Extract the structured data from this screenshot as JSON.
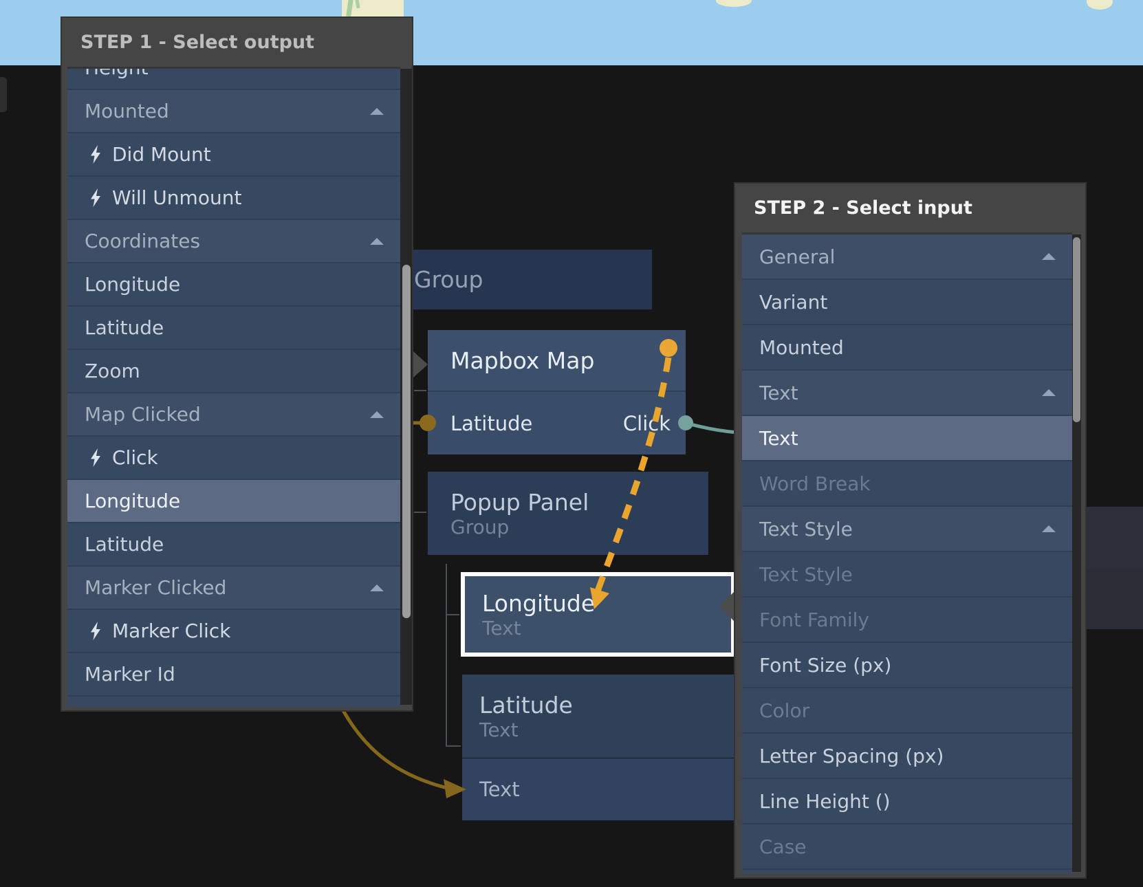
{
  "step1_panel": {
    "title": "STEP 1 - Select output",
    "items": [
      {
        "label": "Height"
      },
      {
        "label": "Mounted"
      },
      {
        "label": "Did Mount"
      },
      {
        "label": "Will Unmount"
      },
      {
        "label": "Coordinates"
      },
      {
        "label": "Longitude"
      },
      {
        "label": "Latitude"
      },
      {
        "label": "Zoom"
      },
      {
        "label": "Map Clicked"
      },
      {
        "label": "Click"
      },
      {
        "label": "Longitude"
      },
      {
        "label": "Latitude"
      },
      {
        "label": "Marker Clicked"
      },
      {
        "label": "Marker Click"
      },
      {
        "label": "Marker Id"
      }
    ]
  },
  "step2_panel": {
    "title": "STEP 2 - Select input",
    "items": [
      {
        "label": "General"
      },
      {
        "label": "Variant"
      },
      {
        "label": "Mounted"
      },
      {
        "label": "Text"
      },
      {
        "label": "Text"
      },
      {
        "label": "Word Break"
      },
      {
        "label": "Text Style"
      },
      {
        "label": "Text Style"
      },
      {
        "label": "Font Family"
      },
      {
        "label": "Font Size (px)"
      },
      {
        "label": "Color"
      },
      {
        "label": "Letter Spacing (px)"
      },
      {
        "label": "Line Height ()"
      },
      {
        "label": "Case"
      }
    ]
  },
  "nodes": {
    "group": {
      "title": "Group"
    },
    "mapbox": {
      "title": "Mapbox Map",
      "port_in": "Latitude",
      "port_out": "Click"
    },
    "popup": {
      "title": "Popup Panel",
      "subtitle": "Group"
    },
    "longitude": {
      "title": "Longitude",
      "subtitle": "Text"
    },
    "latitude": {
      "title": "Latitude",
      "subtitle": "Text"
    },
    "text": {
      "title": "Text"
    }
  },
  "colors": {
    "accent_orange": "#e9a52d",
    "connection_olive": "#8a6b1e",
    "connection_teal": "#6f9e99",
    "selected_row": "#5c6b83",
    "map_water": "#9acdee",
    "map_land": "#eceac9"
  }
}
